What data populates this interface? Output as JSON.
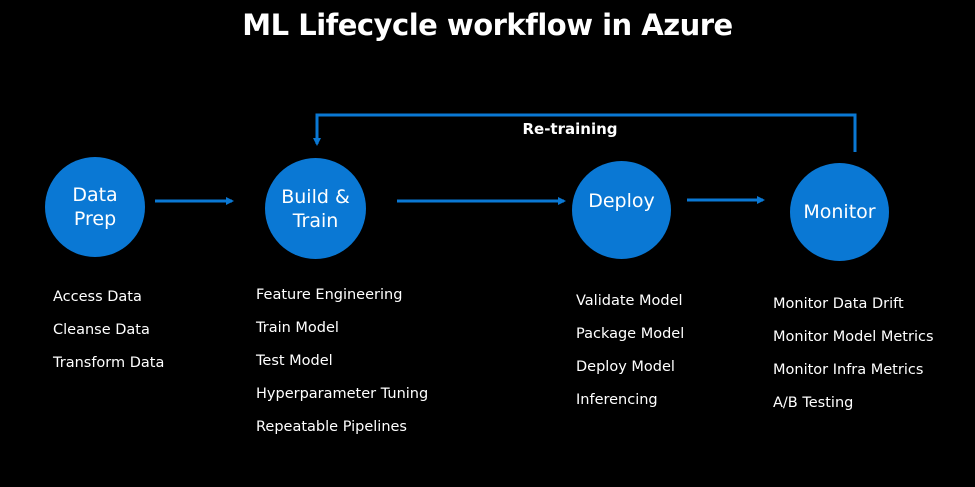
{
  "title": "ML Lifecycle workflow in Azure",
  "colors": {
    "background": "#000000",
    "accent": "#0a78d4",
    "text": "#ffffff"
  },
  "retraining": {
    "label": "Re-training",
    "from": "Monitor",
    "to": "Build & Train"
  },
  "stages": [
    {
      "label_line1": "Data",
      "label_line2": "Prep",
      "items": [
        "Access Data",
        "Cleanse Data",
        "Transform Data"
      ]
    },
    {
      "label_line1": "Build &",
      "label_line2": "Train",
      "items": [
        "Feature Engineering",
        "Train Model",
        "Test Model",
        "Hyperparameter Tuning",
        "Repeatable Pipelines"
      ]
    },
    {
      "label_line1": "Deploy",
      "label_line2": "",
      "items": [
        "Validate Model",
        "Package Model",
        "Deploy Model",
        "Inferencing"
      ]
    },
    {
      "label_line1": "Monitor",
      "label_line2": "",
      "items": [
        "Monitor Data Drift",
        "Monitor Model Metrics",
        "Monitor Infra Metrics",
        "A/B Testing"
      ]
    }
  ]
}
